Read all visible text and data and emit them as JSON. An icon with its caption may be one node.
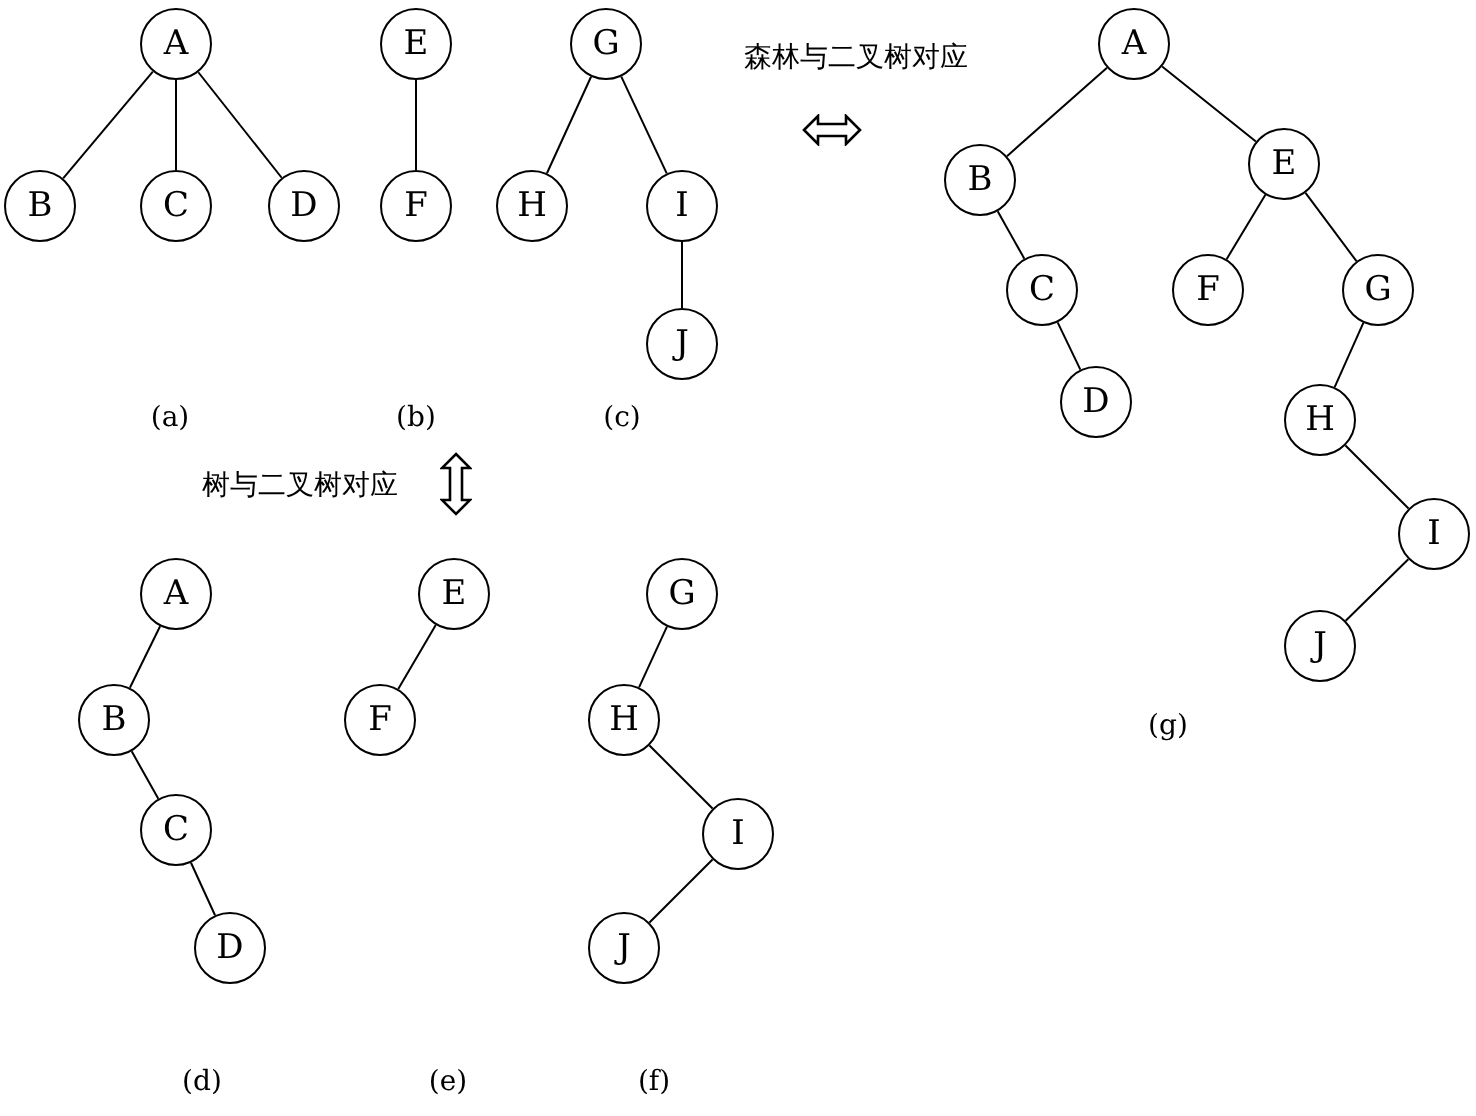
{
  "diagram": {
    "nodes": [
      {
        "text": [
          "A"
        ]
      },
      {
        "text": [
          "B"
        ]
      },
      {
        "text": [
          "C"
        ]
      },
      {
        "text": [
          "D"
        ]
      },
      {
        "text": [
          "E"
        ]
      },
      {
        "text": [
          "F"
        ]
      },
      {
        "text": [
          "G"
        ]
      },
      {
        "text": [
          "H"
        ]
      },
      {
        "text": [
          "I"
        ]
      },
      {
        "text": [
          "J"
        ]
      },
      {
        "text": [
          "A"
        ]
      },
      {
        "text": [
          "B"
        ]
      },
      {
        "text": [
          "C"
        ]
      },
      {
        "text": [
          "D"
        ]
      },
      {
        "text": [
          "E"
        ]
      },
      {
        "text": [
          "F"
        ]
      },
      {
        "text": [
          "G"
        ]
      },
      {
        "text": [
          "H"
        ]
      },
      {
        "text": [
          "I"
        ]
      },
      {
        "text": [
          "J"
        ]
      },
      {
        "text": [
          "A"
        ]
      },
      {
        "text": [
          "B"
        ]
      },
      {
        "text": [
          "C"
        ]
      },
      {
        "text": [
          "D"
        ]
      },
      {
        "text": [
          "E"
        ]
      },
      {
        "text": [
          "F"
        ]
      },
      {
        "text": [
          "G"
        ]
      },
      {
        "text": [
          "H"
        ]
      },
      {
        "text": [
          "I"
        ]
      },
      {
        "text": [
          "J"
        ]
      }
    ],
    "edges": [
      {
        "from": 0,
        "to": 1,
        "arrow": "none"
      },
      {
        "from": 0,
        "to": 2,
        "arrow": "none"
      },
      {
        "from": 0,
        "to": 3,
        "arrow": "none"
      },
      {
        "from": 4,
        "to": 5,
        "arrow": "none"
      },
      {
        "from": 6,
        "to": 7,
        "arrow": "none"
      },
      {
        "from": 6,
        "to": 8,
        "arrow": "none"
      },
      {
        "from": 8,
        "to": 9,
        "arrow": "none"
      },
      {
        "from": 10,
        "to": 11,
        "arrow": "none"
      },
      {
        "from": 10,
        "to": 14,
        "arrow": "none"
      },
      {
        "from": 11,
        "to": 12,
        "arrow": "none"
      },
      {
        "from": 12,
        "to": 13,
        "arrow": "none"
      },
      {
        "from": 14,
        "to": 15,
        "arrow": "none"
      },
      {
        "from": 14,
        "to": 16,
        "arrow": "none"
      },
      {
        "from": 16,
        "to": 17,
        "arrow": "none"
      },
      {
        "from": 17,
        "to": 18,
        "arrow": "none"
      },
      {
        "from": 18,
        "to": 19,
        "arrow": "none"
      },
      {
        "from": 20,
        "to": 21,
        "arrow": "none"
      },
      {
        "from": 21,
        "to": 22,
        "arrow": "none"
      },
      {
        "from": 22,
        "to": 23,
        "arrow": "none"
      },
      {
        "from": 24,
        "to": 25,
        "arrow": "none"
      },
      {
        "from": 26,
        "to": 27,
        "arrow": "none"
      },
      {
        "from": 27,
        "to": 28,
        "arrow": "none"
      },
      {
        "from": 28,
        "to": 29,
        "arrow": "none"
      }
    ],
    "labels": [
      "森林与二叉树对应",
      "(a)",
      "(b)",
      "(c)",
      "树与二叉树对应",
      "(g)",
      "(d)",
      "(e)",
      "(f)"
    ]
  }
}
